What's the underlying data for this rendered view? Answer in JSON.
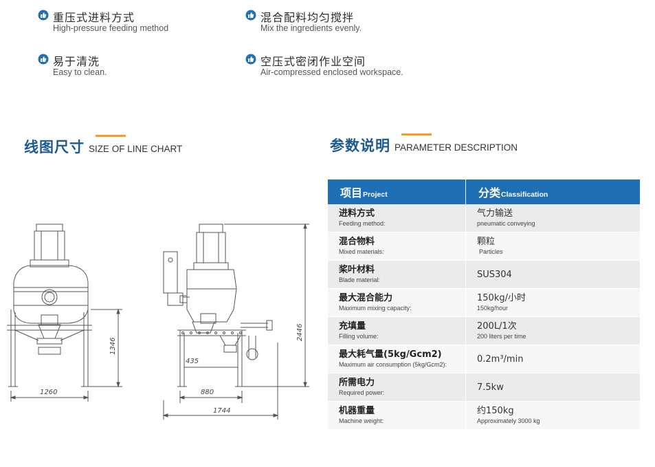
{
  "features": [
    {
      "zh": "重压式进料方式",
      "en": "High-pressure feeding method"
    },
    {
      "zh": "混合配料均匀搅拌",
      "en": "Mix the ingredients evenly."
    },
    {
      "zh": "易于清洗",
      "en": "Easy to clean."
    },
    {
      "zh": "空压式密闭作业空间",
      "en": "Air-compressed enclosed workspace."
    }
  ],
  "line_chart": {
    "title_zh": "线图尺寸",
    "title_en": "SIZE OF LINE CHART",
    "dims": {
      "front_width": "1260",
      "front_height": "1346",
      "side_width": "880",
      "side_total": "1744",
      "side_height": "2446",
      "side_inner": "435"
    }
  },
  "params": {
    "title_zh": "参数说明",
    "title_en": "PARAMETER DESCRIPTION",
    "header": {
      "col1_zh": "项目",
      "col1_en": "Project",
      "col2_zh": "分类",
      "col2_en": "Classification"
    },
    "rows": [
      {
        "name_zh": "进料方式",
        "name_en": "Feeding method:",
        "val_zh": "气力输送",
        "val_en": "pneumatic conveying"
      },
      {
        "name_zh": "混合物料",
        "name_en": "Mixed materials:",
        "val_zh": "颗粒",
        "val_en": "Particles"
      },
      {
        "name_zh": "桨叶材料",
        "name_en": "Blade material:",
        "val_single": "SUS304"
      },
      {
        "name_zh": "最大混合能力",
        "name_en": "Maximum mixing capacity:",
        "val_zh": "150kg/小时",
        "val_en": "150kg/hour"
      },
      {
        "name_zh": "充填量",
        "name_en": "Filling volume:",
        "val_zh": "200L/1次",
        "val_en": "200 liters per time"
      },
      {
        "name_zh": "最大耗气量(5kg/Gcm2)",
        "name_en": "Maximum air consumption (5kg/Gcm2):",
        "val_single": "0.2m³/min"
      },
      {
        "name_zh": "所需电力",
        "name_en": "Required power:",
        "val_single": "7.5kw"
      },
      {
        "name_zh": "机器重量",
        "name_en": "Machine weight:",
        "val_zh": "约150kg",
        "val_en": "Approximately 3000 kg"
      }
    ]
  }
}
